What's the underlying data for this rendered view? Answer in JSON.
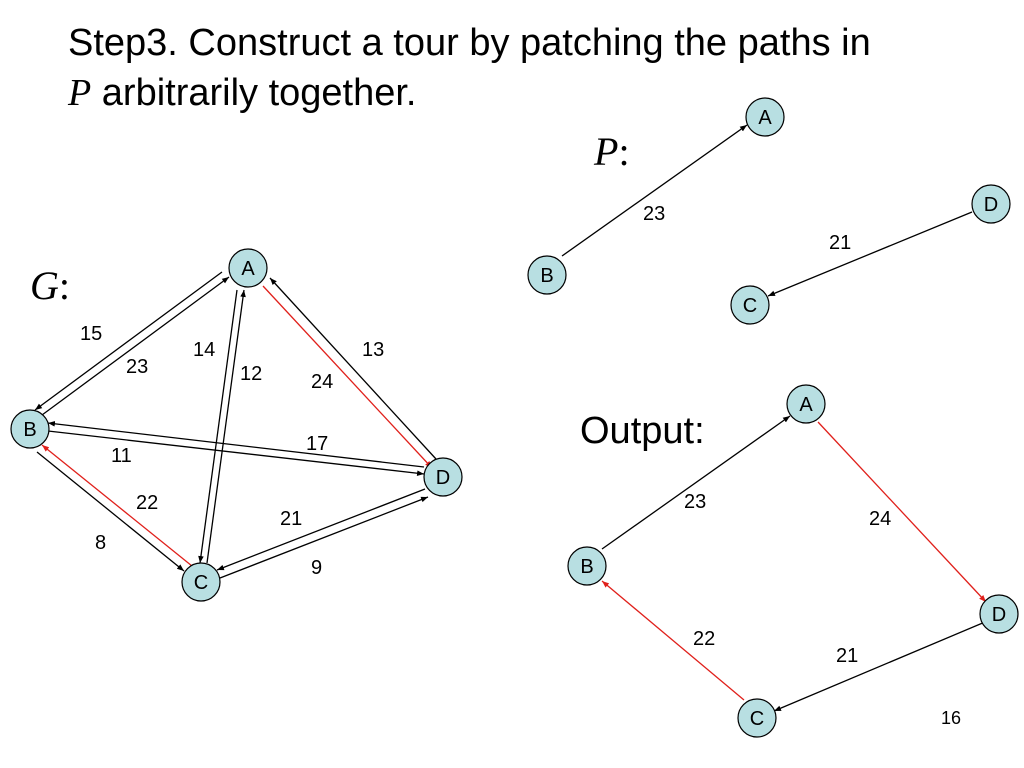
{
  "title": {
    "line1": "Step3. Construct a tour by patching the paths in",
    "line2_var": "P",
    "line2_rest": " arbitrarily together."
  },
  "graph_G": {
    "label_var": "G",
    "label_colon": ":",
    "nodes": {
      "A": "A",
      "B": "B",
      "C": "C",
      "D": "D"
    },
    "edges": [
      {
        "from": "A",
        "to": "B",
        "weight": "15",
        "color": "black"
      },
      {
        "from": "B",
        "to": "A",
        "weight": "23",
        "color": "black"
      },
      {
        "from": "A",
        "to": "C",
        "weight": "14",
        "color": "black"
      },
      {
        "from": "C",
        "to": "A",
        "weight": "12",
        "color": "black"
      },
      {
        "from": "D",
        "to": "A",
        "weight": "13",
        "color": "black"
      },
      {
        "from": "A",
        "to": "D",
        "weight": "24",
        "color": "red"
      },
      {
        "from": "D",
        "to": "B",
        "weight": "17",
        "color": "black"
      },
      {
        "from": "B",
        "to": "D",
        "weight": "11",
        "color": "black"
      },
      {
        "from": "C",
        "to": "B",
        "weight": "22",
        "color": "red"
      },
      {
        "from": "B",
        "to": "C",
        "weight": "8",
        "color": "black"
      },
      {
        "from": "D",
        "to": "C",
        "weight": "21",
        "color": "black"
      },
      {
        "from": "C",
        "to": "D",
        "weight": "9",
        "color": "black"
      }
    ]
  },
  "paths_P": {
    "label_var": "P",
    "label_colon": ":",
    "nodes": {
      "A": "A",
      "B": "B",
      "C": "C",
      "D": "D"
    },
    "edges": [
      {
        "from": "B",
        "to": "A",
        "weight": "23",
        "color": "black"
      },
      {
        "from": "D",
        "to": "C",
        "weight": "21",
        "color": "black"
      }
    ]
  },
  "output": {
    "label": "Output:",
    "nodes": {
      "A": "A",
      "B": "B",
      "C": "C",
      "D": "D"
    },
    "edges": [
      {
        "from": "B",
        "to": "A",
        "weight": "23",
        "color": "black"
      },
      {
        "from": "A",
        "to": "D",
        "weight": "24",
        "color": "red"
      },
      {
        "from": "D",
        "to": "C",
        "weight": "21",
        "color": "black"
      },
      {
        "from": "C",
        "to": "B",
        "weight": "22",
        "color": "red"
      }
    ]
  },
  "colors": {
    "node_fill": "#b8dfe2",
    "red_edge": "#e0201b",
    "black_edge": "#000000"
  },
  "page_number": "16"
}
